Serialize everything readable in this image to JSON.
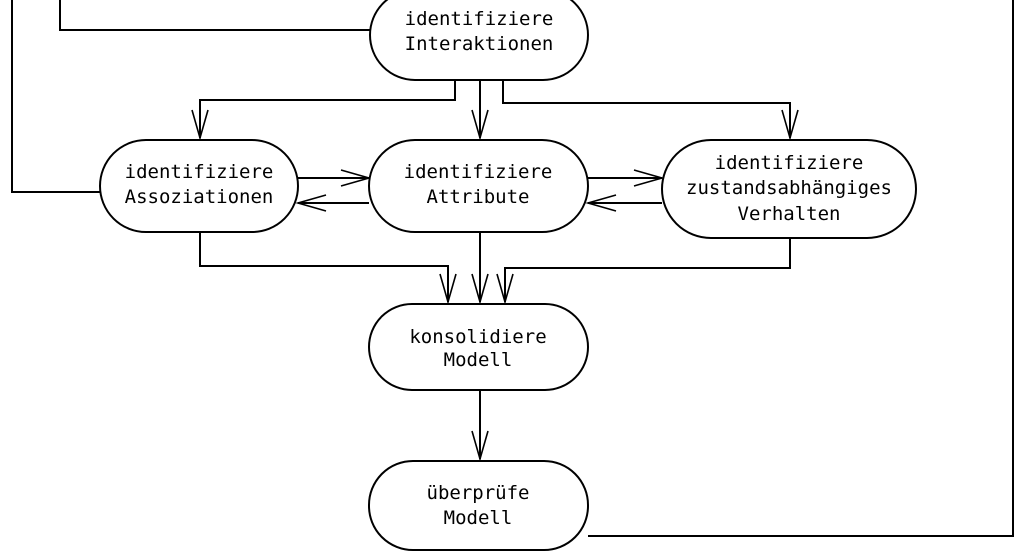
{
  "diagram": {
    "nodes": {
      "interaktionen": {
        "line1": "identifiziere",
        "line2": "Interaktionen"
      },
      "assoziationen": {
        "line1": "identifiziere",
        "line2": "Assoziationen"
      },
      "attribute": {
        "line1": "identifiziere",
        "line2": "Attribute"
      },
      "verhalten": {
        "line1": "identifiziere",
        "line2": "zustandsabhängiges",
        "line3": "Verhalten"
      },
      "konsolidiere": {
        "line1": "konsolidiere",
        "line2": "Modell"
      },
      "ueberpruefe": {
        "line1": "überprüfe",
        "line2": "Modell"
      }
    }
  }
}
